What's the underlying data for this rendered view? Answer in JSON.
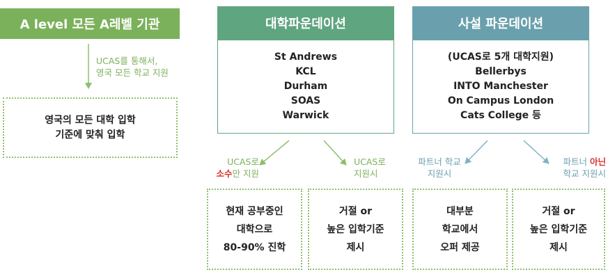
{
  "headers": {
    "alevel": "A level 모든 A레벨 기관",
    "foundation": "대학파운데이션",
    "private": "사설 파운데이션"
  },
  "alevel_route": {
    "label_lines": [
      "UCAS를 통해서,",
      "영국 모든 학교 지원"
    ],
    "outcome_lines": [
      "영국의 모든 대학 입학",
      "기준에 맞춰 입학"
    ]
  },
  "foundation_box": {
    "lines": [
      "St Andrews",
      "KCL",
      "Durham",
      "SOAS",
      "Warwick"
    ]
  },
  "private_box": {
    "lines": [
      "(UCAS로 5개 대학지원)",
      "Bellerbys",
      "INTO Manchester",
      "On Campus London",
      "Cats College 등"
    ]
  },
  "labels": {
    "ucas_few_line1": "UCAS로",
    "ucas_few_highlight": "소수",
    "ucas_few_rest": "만 지원",
    "ucas_apply_line1": "UCAS로",
    "ucas_apply_line2": "지원시",
    "partner_line1": "파트너 학교",
    "partner_line2": "지원시",
    "nonpartner_prefix": "파트너 ",
    "nonpartner_highlight": "아닌",
    "nonpartner_line2": "학교 지원시"
  },
  "outcomes": {
    "current_students": [
      "현재 공부중인",
      "대학으로",
      "80-90% 진학"
    ],
    "reject_high": [
      "거절 or",
      "높은 입학기준",
      "제시"
    ],
    "most_offer": [
      "대부분",
      "학교에서",
      "오퍼 제공"
    ],
    "reject_high_2": [
      "거절 or",
      "높은 입학기준",
      "제시"
    ]
  },
  "colors": {
    "green": "#7bb15a",
    "teal": "#5fa57f",
    "blue": "#6aa0ad",
    "red": "#d9302b"
  }
}
